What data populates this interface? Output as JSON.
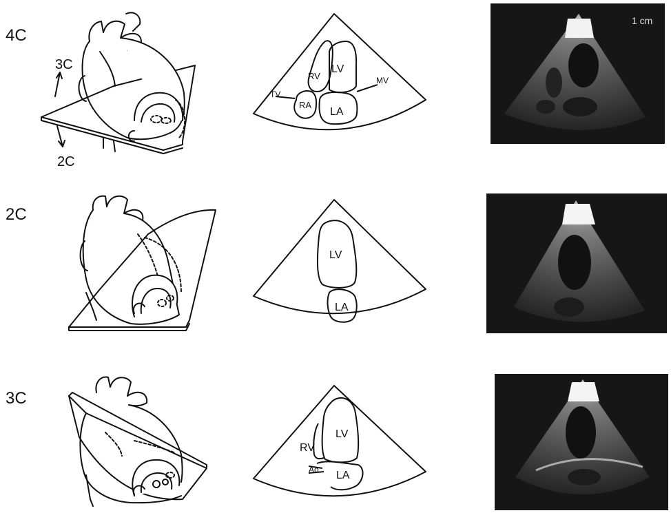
{
  "rows": [
    {
      "view": "4C",
      "plane_arrow_labels": [
        "3C",
        "2C"
      ],
      "schematic_labels": {
        "lv": "LV",
        "la": "LA",
        "rv": "RV",
        "ra": "RA",
        "tv": "TV",
        "mv": "MV"
      }
    },
    {
      "view": "2C",
      "schematic_labels": {
        "lv": "LV",
        "la": "LA"
      }
    },
    {
      "view": "3C",
      "schematic_labels": {
        "lv": "LV",
        "la": "LA",
        "rv": "RV",
        "ao": "Ao"
      }
    }
  ],
  "scale_bar_label": "1 cm"
}
